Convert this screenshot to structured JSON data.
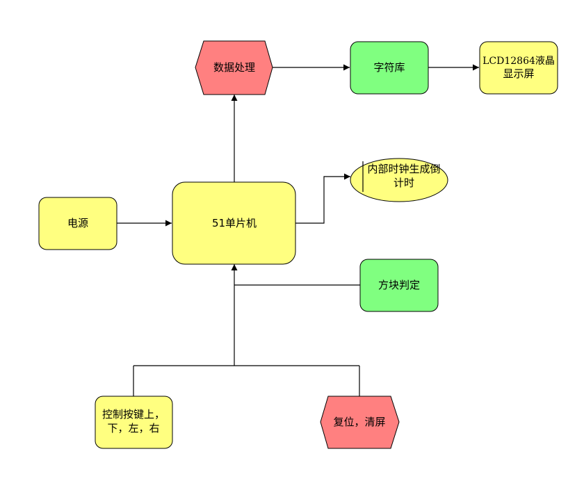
{
  "colors": {
    "yellow": "#FFFF80",
    "green": "#80FF80",
    "red": "#FF8080",
    "line": "#000000",
    "background": "#FFFFFF"
  },
  "nodes": {
    "data_processing": {
      "label": "数据处理",
      "shape": "hexagon",
      "color": "red"
    },
    "font_library": {
      "label": "字符库",
      "shape": "rounded-rect",
      "color": "green"
    },
    "lcd_display": {
      "label_line1": "LCD12864液晶",
      "label_line2": "显示屏",
      "shape": "rounded-rect",
      "color": "yellow"
    },
    "mcu": {
      "label": "51单片机",
      "shape": "rounded-rect",
      "color": "yellow"
    },
    "power": {
      "label": "电源",
      "shape": "rounded-rect",
      "color": "yellow"
    },
    "internal_clock": {
      "label_line1": "内部时钟生成倒",
      "label_line2": "计时",
      "shape": "ellipse",
      "color": "yellow"
    },
    "block_judge": {
      "label": "方块判定",
      "shape": "rounded-rect",
      "color": "green"
    },
    "control_keys": {
      "label_line1": "控制按键上，",
      "label_line2": "下，左，右",
      "shape": "rounded-rect",
      "color": "yellow"
    },
    "reset_clear": {
      "label": "复位，清屏",
      "shape": "hexagon",
      "color": "red"
    }
  },
  "edges": [
    {
      "from": "mcu",
      "to": "data_processing"
    },
    {
      "from": "data_processing",
      "to": "font_library"
    },
    {
      "from": "font_library",
      "to": "lcd_display"
    },
    {
      "from": "power",
      "to": "mcu"
    },
    {
      "from": "mcu",
      "to": "internal_clock"
    },
    {
      "from": "block_judge",
      "to": "mcu"
    },
    {
      "from": "control_keys",
      "to": "mcu"
    },
    {
      "from": "reset_clear",
      "to": "mcu"
    }
  ]
}
